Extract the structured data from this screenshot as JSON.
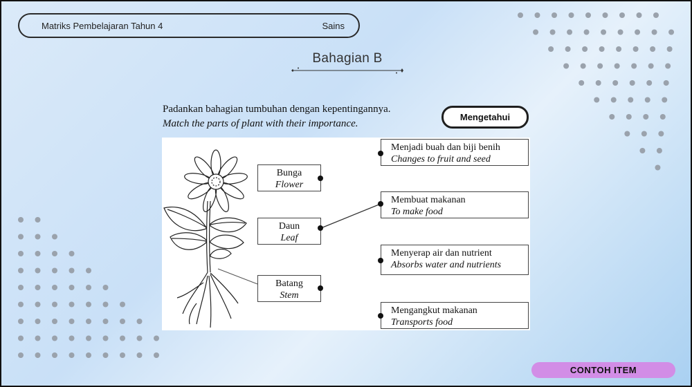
{
  "header": {
    "course": "Matriks Pembelajaran Tahun 4",
    "subject": "Sains"
  },
  "section": {
    "title": "Bahagian B"
  },
  "instruction": {
    "malay": "Padankan bahagian tumbuhan dengan kepentingannya.",
    "english": "Match the parts of plant with their importance."
  },
  "level_badge": "Mengetahui",
  "parts": [
    {
      "ms": "Bunga",
      "en": "Flower"
    },
    {
      "ms": "Daun",
      "en": "Leaf"
    },
    {
      "ms": "Batang",
      "en": "Stem"
    }
  ],
  "functions": [
    {
      "ms": "Menjadi buah dan biji benih",
      "en": "Changes to fruit and seed"
    },
    {
      "ms": "Membuat makanan",
      "en": "To make food"
    },
    {
      "ms": "Menyerap air dan nutrient",
      "en": "Absorbs water and nutrients"
    },
    {
      "ms": "Mengangkut makanan",
      "en": "Transports food"
    }
  ],
  "example_matches": [
    {
      "part": "Daun",
      "function": "Membuat makanan"
    }
  ],
  "footer_badge": "CONTOH ITEM",
  "colors": {
    "frame": "#111111",
    "footer_badge": "#d28de6",
    "dots": "#9ba3ad"
  }
}
